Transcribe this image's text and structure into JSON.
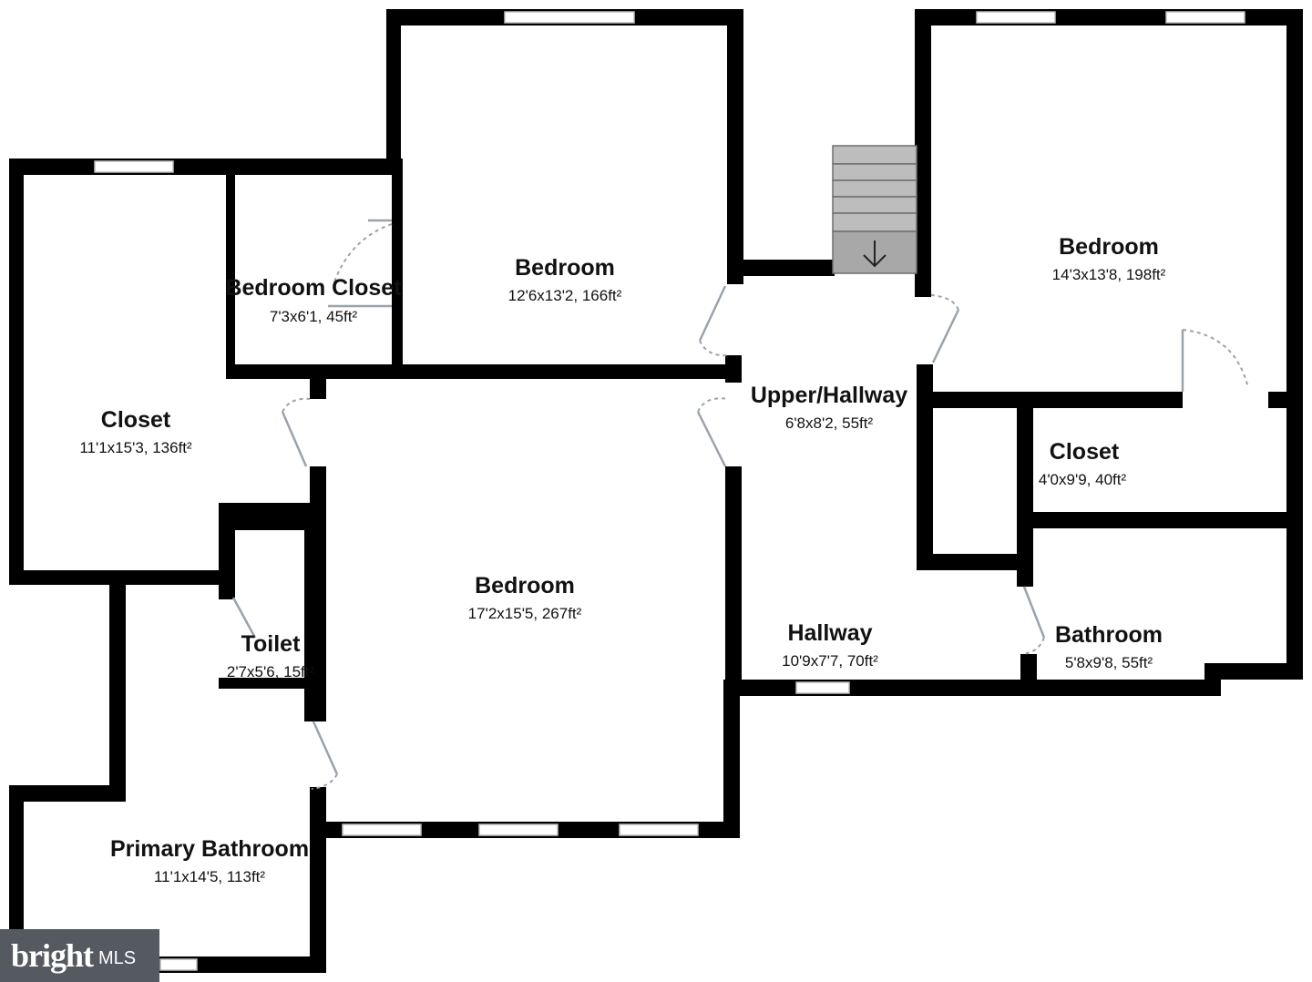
{
  "rooms": [
    {
      "id": "bedroom-closet",
      "name": "Bedroom Closet",
      "dims": "7'3x6'1, 45ft²"
    },
    {
      "id": "bedroom-top",
      "name": "Bedroom",
      "dims": "12'6x13'2, 166ft²"
    },
    {
      "id": "bedroom-right",
      "name": "Bedroom",
      "dims": "14'3x13'8, 198ft²"
    },
    {
      "id": "closet-left",
      "name": "Closet",
      "dims": "11'1x15'3, 136ft²"
    },
    {
      "id": "upper-hallway",
      "name": "Upper/Hallway",
      "dims": "6'8x8'2, 55ft²"
    },
    {
      "id": "closet-right",
      "name": "Closet",
      "dims": "4'0x9'9, 40ft²"
    },
    {
      "id": "bedroom-main",
      "name": "Bedroom",
      "dims": "17'2x15'5, 267ft²"
    },
    {
      "id": "toilet",
      "name": "Toilet",
      "dims": "2'7x5'6, 15ft²"
    },
    {
      "id": "hallway",
      "name": "Hallway",
      "dims": "10'9x7'7, 70ft²"
    },
    {
      "id": "bathroom",
      "name": "Bathroom",
      "dims": "5'8x9'8, 55ft²"
    },
    {
      "id": "primary-bathroom",
      "name": "Primary Bathroom",
      "dims": "11'1x14'5, 113ft²"
    }
  ],
  "stairs": {
    "icon": "arrow-down-icon"
  },
  "watermark": {
    "logo": "bright",
    "suffix": "MLS"
  },
  "colors": {
    "wall": "#000000",
    "door": "#9aa3ab",
    "stair": "#bdbdbd",
    "watermark_bg": "#555a60"
  }
}
